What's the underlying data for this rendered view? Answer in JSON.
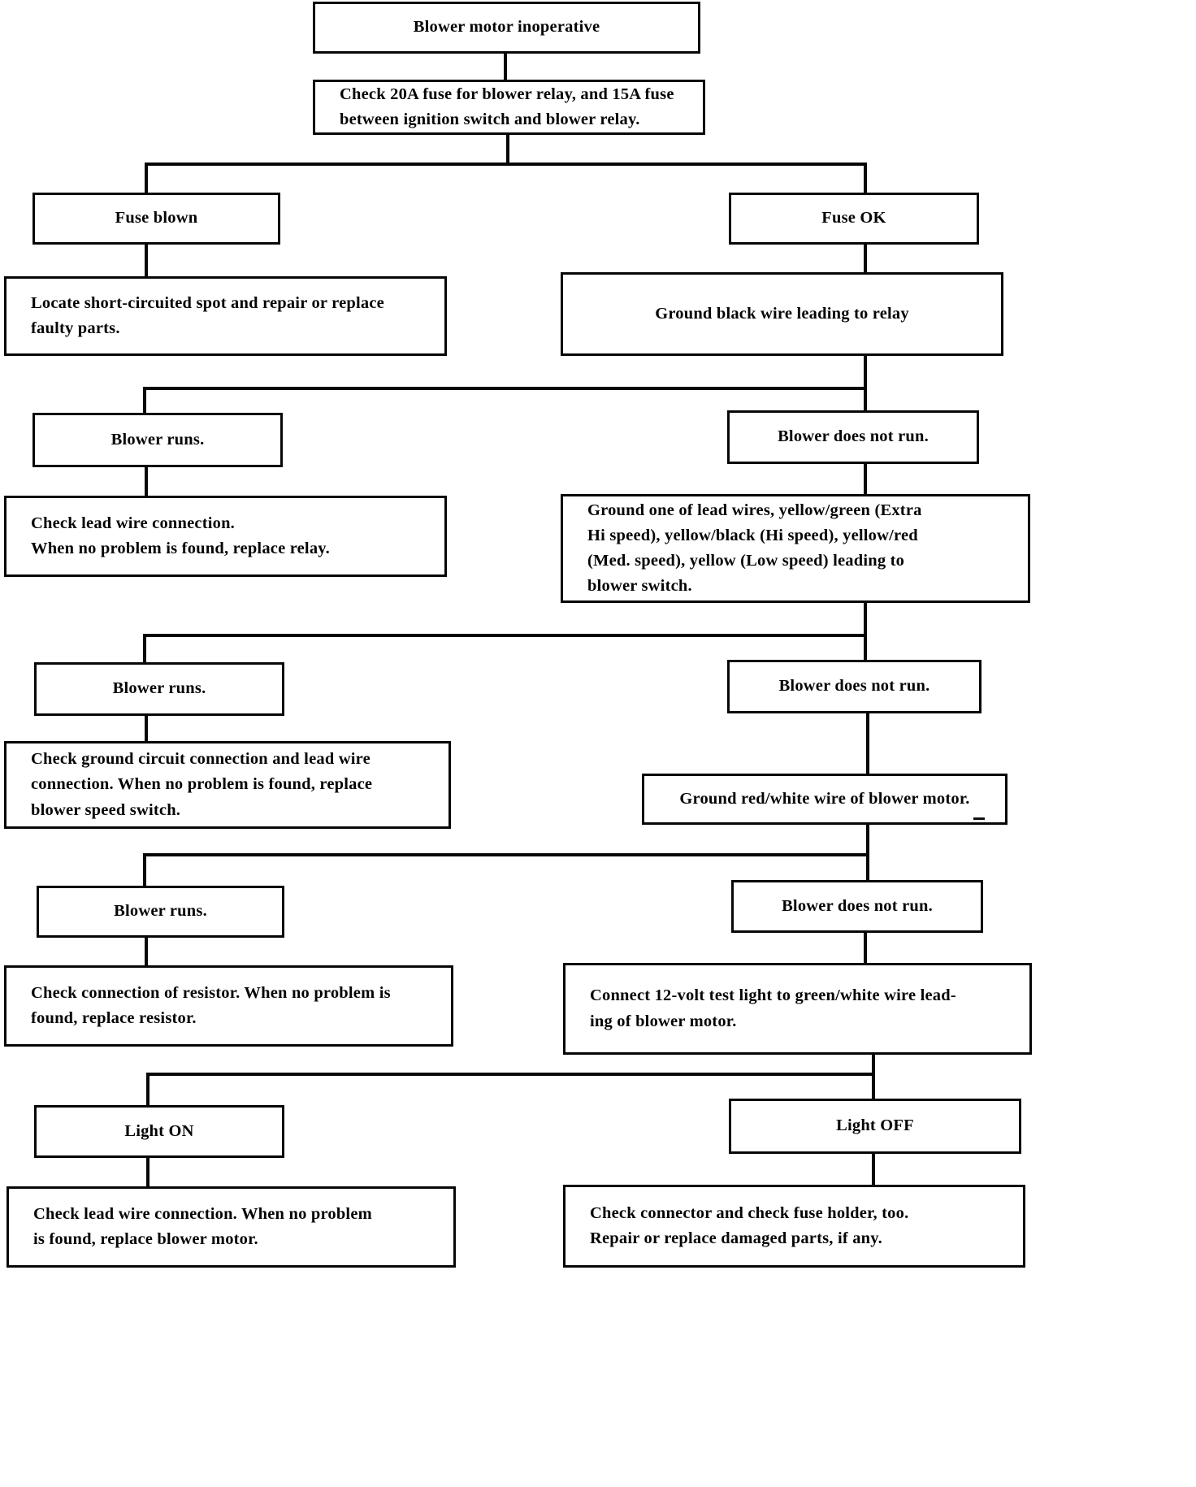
{
  "flow": {
    "start": "Blower motor inoperative",
    "first_step": "Check 20A fuse for blower relay, and 15A fuse\nbetween ignition switch and blower relay.",
    "levels": [
      {
        "left": {
          "condition": "Fuse blown",
          "action": "Locate short-circuited spot and repair or replace\nfaulty parts."
        },
        "right": {
          "condition": "Fuse OK",
          "action": "Ground black wire leading to relay"
        }
      },
      {
        "left": {
          "condition": "Blower runs.",
          "action": "Check lead wire connection.\nWhen no problem is found, replace relay."
        },
        "right": {
          "condition": "Blower does not run.",
          "action": "Ground one of lead wires, yellow/green (Extra\nHi speed), yellow/black (Hi speed), yellow/red\n(Med. speed), yellow (Low speed) leading to\nblower switch."
        }
      },
      {
        "left": {
          "condition": "Blower runs.",
          "action": "Check ground circuit connection and lead wire\nconnection.  When no problem is found, replace\nblower speed  switch."
        },
        "right": {
          "condition": "Blower does not run.",
          "action": "Ground red/white wire of blower motor."
        }
      },
      {
        "left": {
          "condition": "Blower runs.",
          "action": "Check connection of resistor. When no problem is\nfound, replace resistor."
        },
        "right": {
          "condition": "Blower does not run.",
          "action": "Connect 12-volt test light to green/white wire lead-\ning of blower motor."
        }
      },
      {
        "left": {
          "condition": "Light ON",
          "action": "Check lead wire connection. When no problem\nis found, replace blower motor."
        },
        "right": {
          "condition": "Light OFF",
          "action": "Check connector and check fuse holder, too.\nRepair or replace damaged parts, if any."
        }
      }
    ],
    "colors": {
      "line": "#070707",
      "background": "#ffffff",
      "text": "#050505"
    }
  }
}
